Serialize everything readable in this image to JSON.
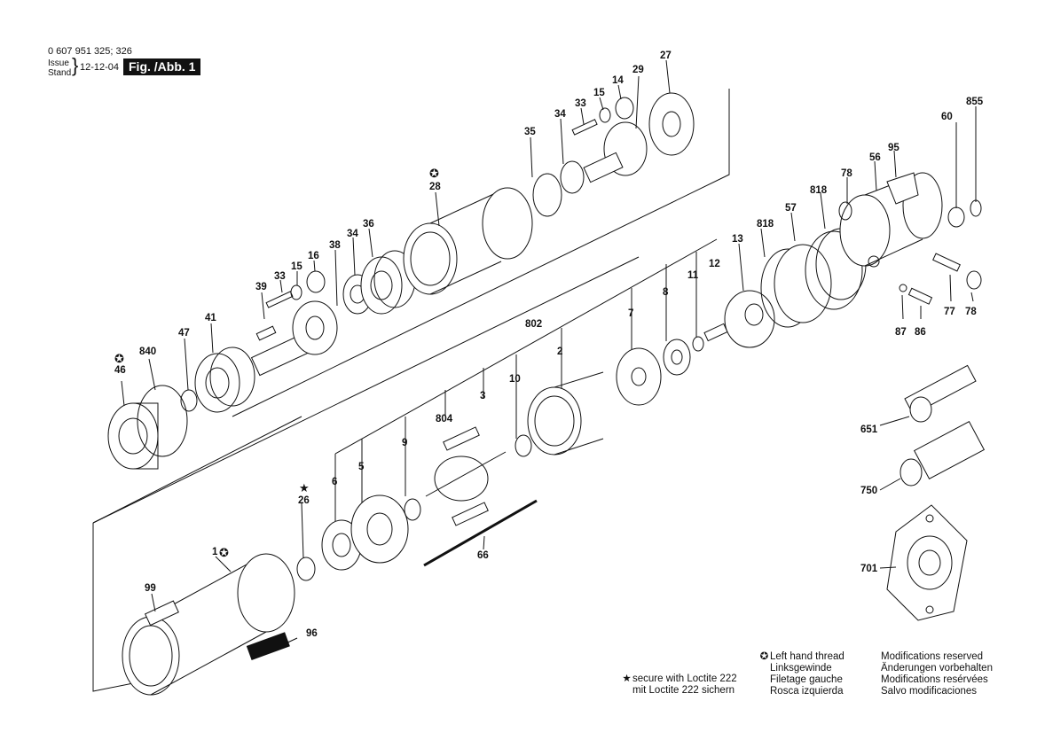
{
  "header": {
    "doc_number": "0 607 951 325; 326",
    "issue_label": "Issue",
    "stand_label": "Stand",
    "date": "12-12-04",
    "figure_label": "Fig. /Abb. 1"
  },
  "part_labels": {
    "p1": "1",
    "p2": "2",
    "p3": "3",
    "p5": "5",
    "p6": "6",
    "p7": "7",
    "p8": "8",
    "p9": "9",
    "p10": "10",
    "p11": "11",
    "p12": "12",
    "p13": "13",
    "p14": "14",
    "p15a": "15",
    "p15b": "15",
    "p16": "16",
    "p26": "26",
    "p27": "27",
    "p28": "28",
    "p29": "29",
    "p33a": "33",
    "p33b": "33",
    "p34a": "34",
    "p34b": "34",
    "p35": "35",
    "p36": "36",
    "p38": "38",
    "p39": "39",
    "p41": "41",
    "p46": "46",
    "p47": "47",
    "p56": "56",
    "p57": "57",
    "p60": "60",
    "p66": "66",
    "p77": "77",
    "p78a": "78",
    "p78b": "78",
    "p86": "86",
    "p87": "87",
    "p95": "95",
    "p96": "96",
    "p99": "99",
    "p651": "651",
    "p701": "701",
    "p750": "750",
    "p802": "802",
    "p804": "804",
    "p818a": "818",
    "p818b": "818",
    "p840": "840",
    "p855": "855"
  },
  "legend": {
    "loctite_symbol": "★",
    "loctite_en": "secure with Loctite 222",
    "loctite_de": "mit Loctite 222 sichern",
    "left_hand_symbol": "✪",
    "left_hand_en": "Left hand thread",
    "left_hand_de": "Linksgewinde",
    "left_hand_fr": "Filetage gauche",
    "left_hand_es": "Rosca izquierda",
    "mod_en": "Modifications reserved",
    "mod_de": "Änderungen vorbehalten",
    "mod_fr": "Modifications resérvées",
    "mod_es": "Salvo modificaciones"
  },
  "icons": {
    "left_hand_thread": "circled-star-icon",
    "loctite": "black-star-icon"
  }
}
